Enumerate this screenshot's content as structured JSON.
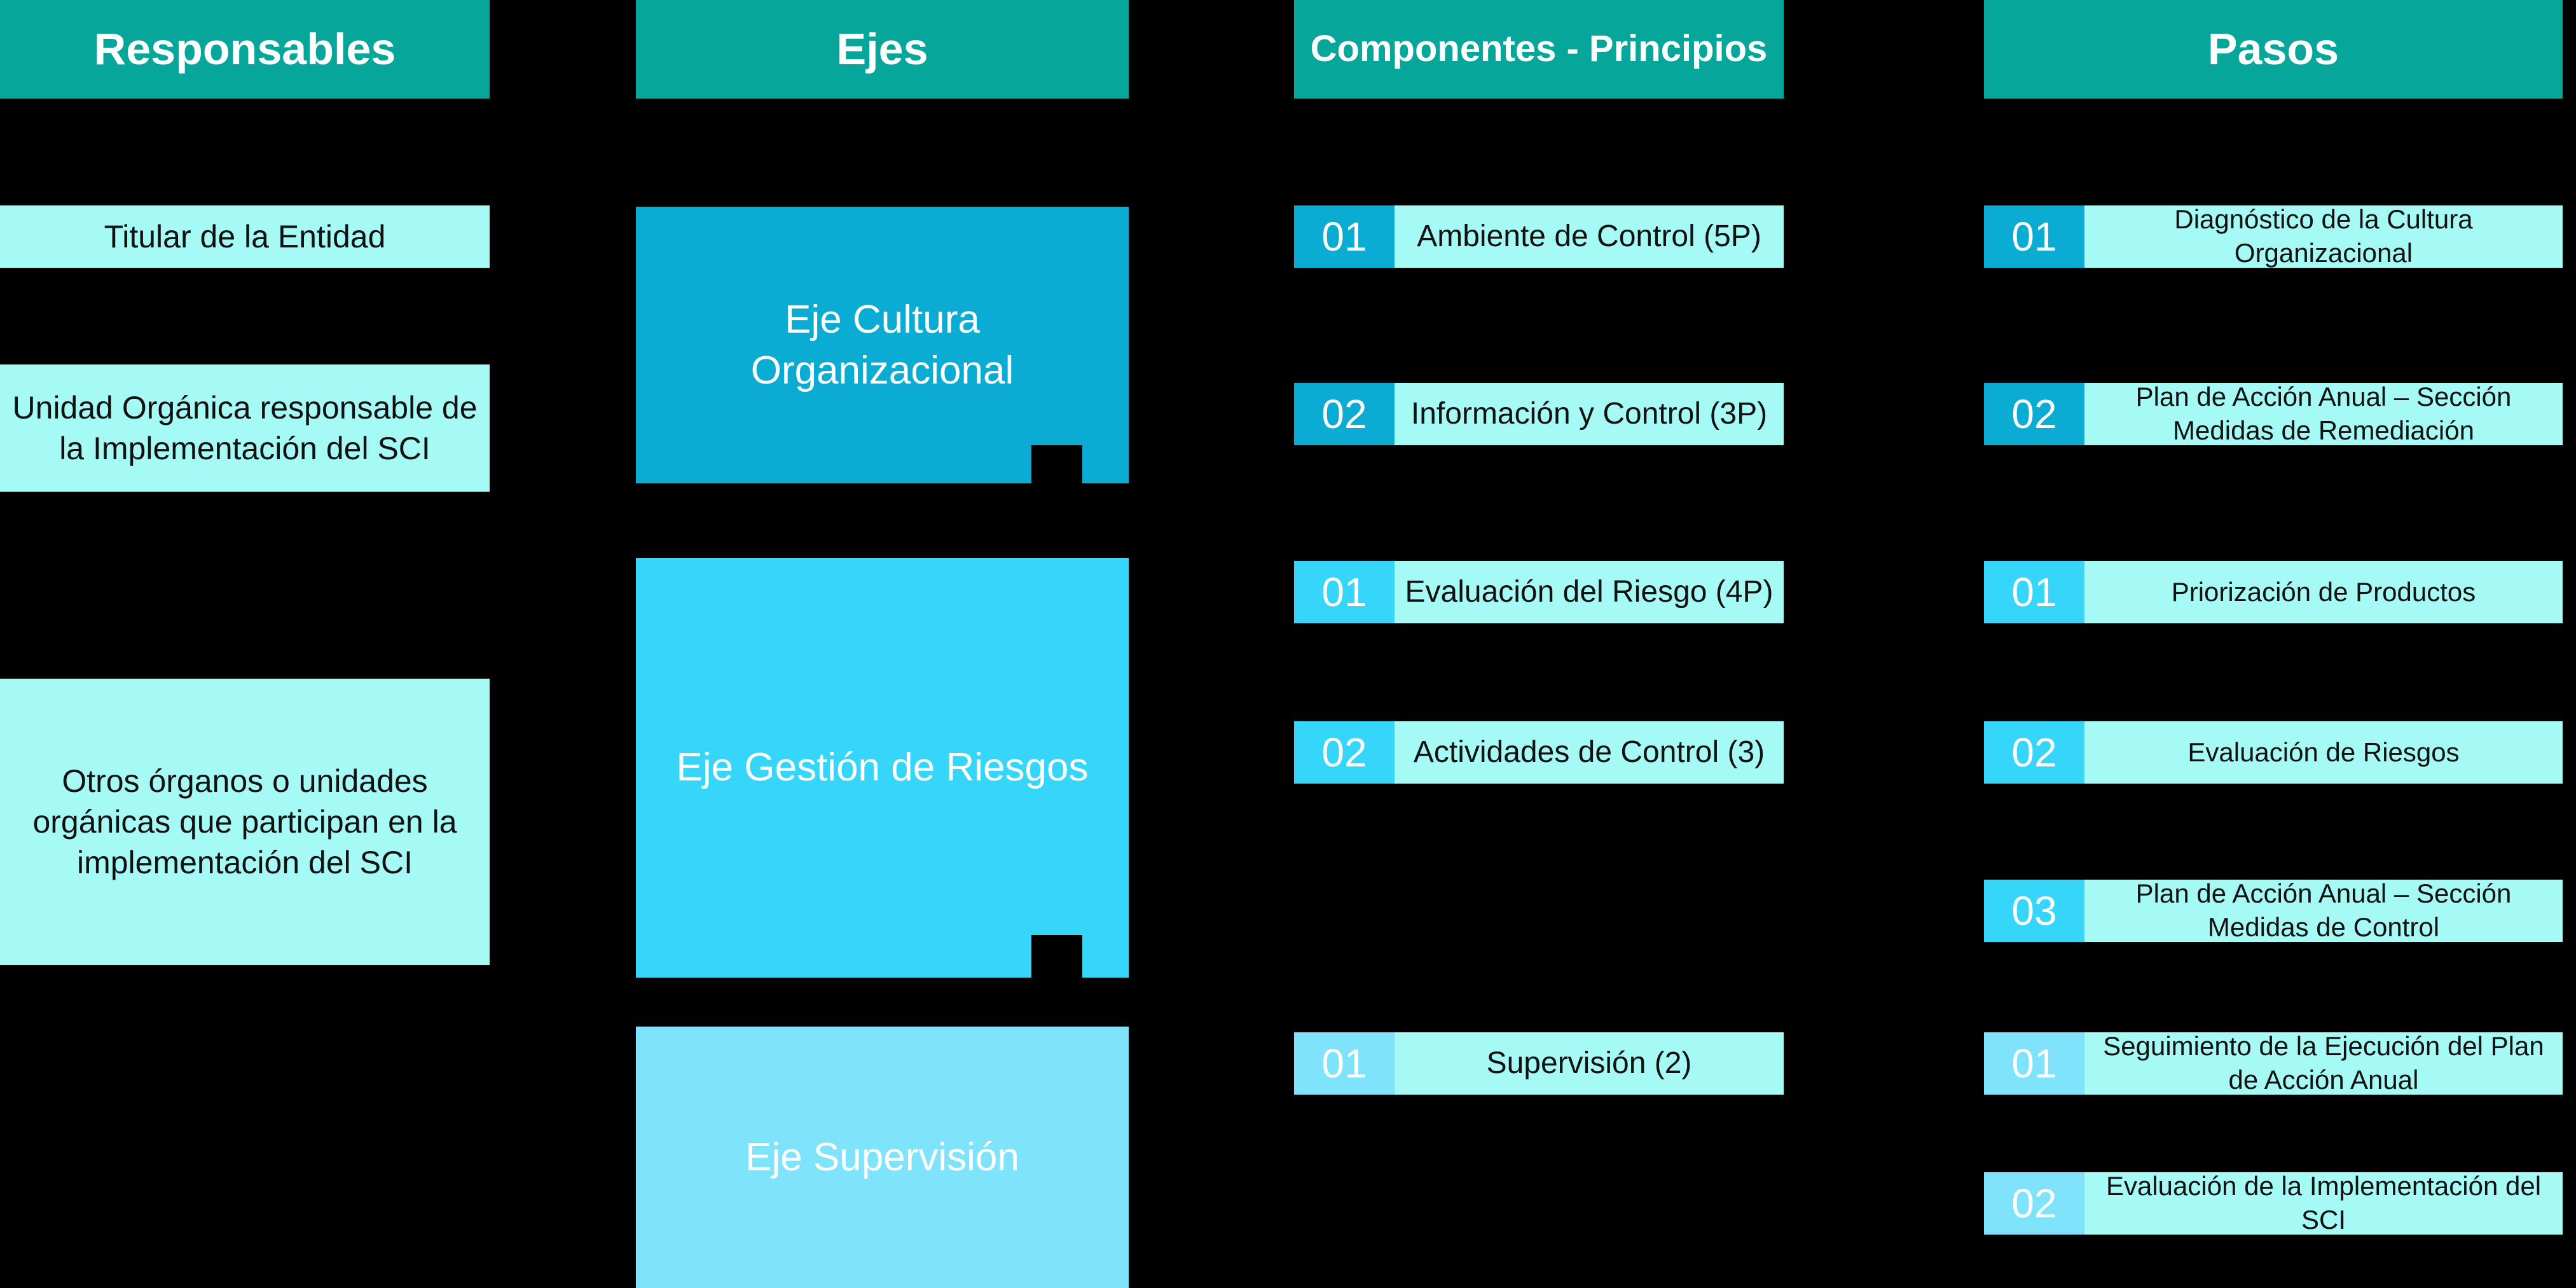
{
  "columns": [
    {
      "key": "responsables",
      "title": "Responsables"
    },
    {
      "key": "ejes",
      "title": "Ejes"
    },
    {
      "key": "componentes",
      "title": "Componentes - Principios"
    },
    {
      "key": "pasos",
      "title": "Pasos"
    }
  ],
  "colors": {
    "background": "#000000",
    "header_teal": "#06A69A",
    "light_cyan": "#A5FAF5",
    "chip_dark": "#0BACD4",
    "chip_mid": "#36D6FB",
    "chip_light": "#7FE3FC",
    "eje_cultura": "#0BACD4",
    "eje_riesgos": "#36D6FB",
    "eje_supervision": "#7FE3FC",
    "label_text": "#111111",
    "header_text": "#FFFFFF"
  },
  "responsables": {
    "title": "Responsables",
    "items": [
      {
        "label": "Titular de la Entidad"
      },
      {
        "label": "Unidad Orgánica responsable de la Implementación del SCI"
      },
      {
        "label": "Otros órganos o unidades orgánicas que participan en la implementación del SCI"
      }
    ]
  },
  "ejes": {
    "title": "Ejes",
    "items": [
      {
        "label": "Eje Cultura Organizacional"
      },
      {
        "label": "Eje Gestión de Riesgos"
      },
      {
        "label": "Eje Supervisión"
      }
    ]
  },
  "componentes": {
    "title": "Componentes - Principios",
    "groups": [
      {
        "eje": "Eje Cultura Organizacional",
        "items": [
          {
            "number": "01",
            "label": "Ambiente de Control (5P)"
          },
          {
            "number": "02",
            "label": "Información y Control (3P)"
          }
        ]
      },
      {
        "eje": "Eje Gestión de Riesgos",
        "items": [
          {
            "number": "01",
            "label": "Evaluación del Riesgo (4P)"
          },
          {
            "number": "02",
            "label": "Actividades de Control (3)"
          }
        ]
      },
      {
        "eje": "Eje Supervisión",
        "items": [
          {
            "number": "01",
            "label": "Supervisión (2)"
          }
        ]
      }
    ]
  },
  "pasos": {
    "title": "Pasos",
    "groups": [
      {
        "eje": "Eje Cultura Organizacional",
        "items": [
          {
            "number": "01",
            "label": "Diagnóstico de la Cultura Organizacional"
          },
          {
            "number": "02",
            "label": "Plan de Acción Anual – Sección Medidas de Remediación"
          }
        ]
      },
      {
        "eje": "Eje Gestión de Riesgos",
        "items": [
          {
            "number": "01",
            "label": "Priorización de Productos"
          },
          {
            "number": "02",
            "label": "Evaluación de Riesgos"
          },
          {
            "number": "03",
            "label": "Plan de Acción Anual – Sección Medidas de Control"
          }
        ]
      },
      {
        "eje": "Eje Supervisión",
        "items": [
          {
            "number": "01",
            "label": "Seguimiento de la Ejecución del Plan de Acción Anual"
          },
          {
            "number": "02",
            "label": "Evaluación de la Implementación del SCI"
          }
        ]
      }
    ]
  }
}
